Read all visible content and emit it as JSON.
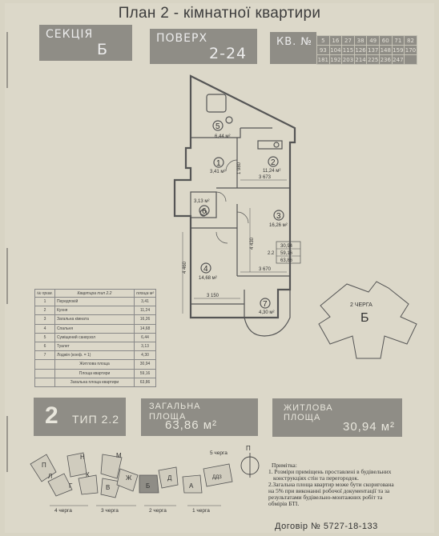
{
  "title": "План 2 - кімнатної квартири",
  "section": {
    "label": "СЕКЦІЯ",
    "value": "Б"
  },
  "floor": {
    "label": "ПОВЕРХ",
    "value": "2-24"
  },
  "apartments": {
    "label": "КВ. №",
    "rows": [
      [
        "5",
        "16",
        "27",
        "38",
        "49",
        "60",
        "71",
        "82"
      ],
      [
        "93",
        "104",
        "115",
        "126",
        "137",
        "148",
        "159",
        "170"
      ],
      [
        "181",
        "192",
        "203",
        "214",
        "225",
        "236",
        "247",
        ""
      ]
    ]
  },
  "rooms": [
    {
      "num": "1",
      "area": "3,41 м²"
    },
    {
      "num": "2",
      "area": "11,24 м²"
    },
    {
      "num": "3",
      "area": "16,26 м²"
    },
    {
      "num": "4",
      "area": "14,68 м²"
    },
    {
      "num": "5",
      "area": "6,44 м²"
    },
    {
      "num": "6",
      "area": "3,13 м²"
    },
    {
      "num": "7",
      "area": "4,30 м²"
    }
  ],
  "dimensions": {
    "d1980": "1 980",
    "d3673": "3 673",
    "d3670": "3 670",
    "d3150": "3 150",
    "d4430": "4 430",
    "d4460": "4 460"
  },
  "plan_summary": {
    "code": "2.2",
    "living": "30,94",
    "total_no_loggia": "59,16",
    "total": "63,86"
  },
  "queue_label": {
    "queue": "2 ЧЕРГА",
    "section": "Б"
  },
  "area_table": {
    "headers": [
      "№ прим.",
      "Квартира тип 2.2",
      "площа м²"
    ],
    "rows": [
      [
        "1",
        "Передпокій",
        "3,41"
      ],
      [
        "2",
        "Кухня",
        "11,24"
      ],
      [
        "3",
        "Загальна кімната",
        "16,26"
      ],
      [
        "4",
        "Спальня",
        "14,68"
      ],
      [
        "5",
        "Суміщений санвузол",
        "6,44"
      ],
      [
        "6",
        "Туалет",
        "3,13"
      ],
      [
        "7",
        "Лоджія  (коеф. = 1)",
        "4,30"
      ],
      [
        "",
        "Житлова площа",
        "30,94"
      ],
      [
        "",
        "Площа квартири",
        "59,16"
      ],
      [
        "",
        "Загальна площа квартири",
        "63,86"
      ]
    ]
  },
  "type_box": {
    "rooms": "2",
    "type": "ТИП 2.2"
  },
  "total_area": {
    "label_line1": "ЗАГАЛЬНА",
    "label_line2": "ПЛОЩА",
    "value": "63,86 м²"
  },
  "living_area": {
    "label_line1": "ЖИТЛОВА",
    "label_line2": "ПЛОЩА",
    "value": "30,94 м²"
  },
  "site_map": {
    "blocks": [
      "П",
      "Н",
      "М",
      "Л",
      "К",
      "Ж",
      "Д",
      "Г",
      "В",
      "Б",
      "А"
    ],
    "queues": [
      "4 черга",
      "3 черга",
      "2 черга",
      "1 черга",
      "5 черга"
    ],
    "extra": "ДДЗ",
    "north": "П"
  },
  "notes": {
    "title": "Примітка:",
    "lines": [
      "1. Розміри приміщень проставлені в будівельних",
      "конструкціях стін та перегородок.",
      "2.Загальна площа квартир може бути скоригована",
      "на 5% при виконанні робочої документації та за",
      "результатами будівельно-монтажних робіт та",
      "обмірів БТІ."
    ]
  },
  "contract": "Договір № 5727-18-133"
}
